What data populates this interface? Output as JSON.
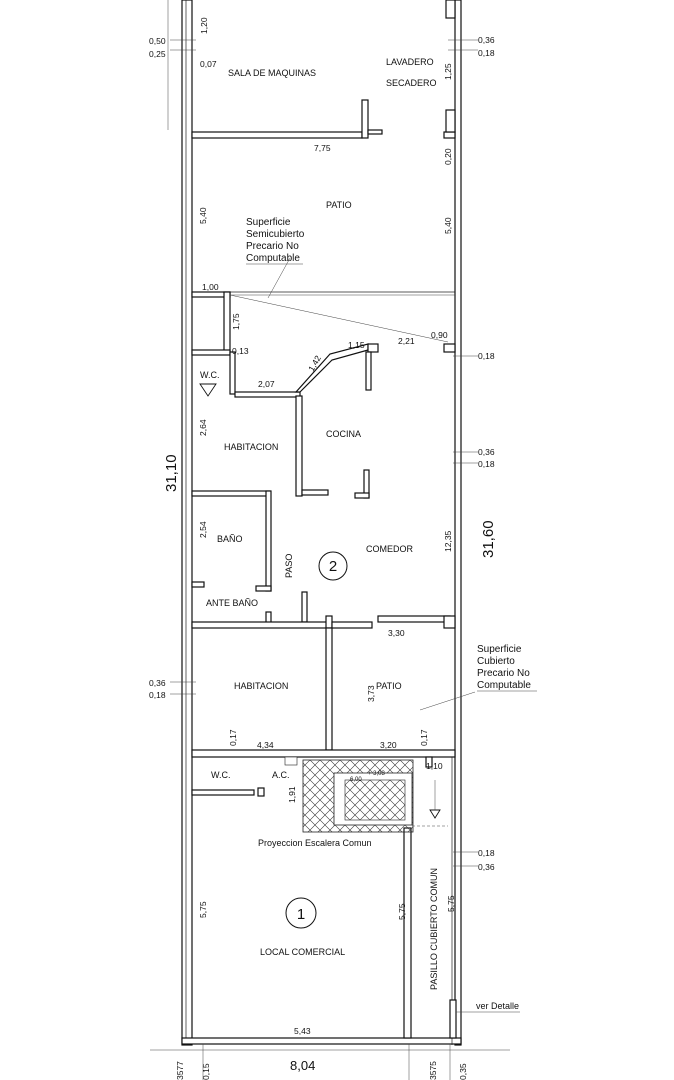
{
  "rooms": {
    "sala_maquinas": "SALA DE MAQUINAS",
    "lavadero": "LAVADERO",
    "secadero": "SECADERO",
    "patio_top": "PATIO",
    "wc_top": "W.C.",
    "habitacion_1": "HABITACION",
    "cocina": "COCINA",
    "bano": "BAÑO",
    "paso": "PASO",
    "comedor": "COMEDOR",
    "ante_bano": "ANTE BAÑO",
    "habitacion_2": "HABITACION",
    "patio_2": "PATIO",
    "wc_bottom": "W.C.",
    "ac": "A.C.",
    "local_comercial": "LOCAL COMERCIAL",
    "pasillo": "PASILLO CUBIERTO COMUN",
    "escalera_a": "6,00",
    "escalera_b": "+ 3,03"
  },
  "unit_numbers": {
    "unit_2": "2",
    "unit_1": "1"
  },
  "notes": {
    "semicubierto": [
      "Superficie",
      "Semicubierto",
      "Precario No",
      "Computable"
    ],
    "cubierto": [
      "Superficie",
      "Cubierto",
      "Precario No",
      "Computable"
    ],
    "proyeccion": "Proyeccion Escalera Comun",
    "detalle": "ver Detalle"
  },
  "dimensions": {
    "d_050": "0,50",
    "d_025": "0,25",
    "d_120": "1,20",
    "d_007": "0,07",
    "d_036_a": "0,36",
    "d_018_a": "0,18",
    "d_125": "1,25",
    "d_775": "7,75",
    "d_020": "0,20",
    "d_540_l": "5,40",
    "d_540_r": "5,40",
    "d_100": "1,00",
    "d_175": "1,75",
    "d_013": "0,13",
    "d_090": "0,90",
    "d_221": "2,21",
    "d_115": "1,15",
    "d_142": "1,42",
    "d_207": "2,07",
    "d_018_b": "0,18",
    "d_264": "2,64",
    "d_036_b": "0,36",
    "d_018_c": "0,18",
    "d_3110": "31,10",
    "d_3160": "31,60",
    "d_254": "2,54",
    "d_1235": "12,35",
    "d_330": "3,30",
    "d_036_c": "0,36",
    "d_018_d": "0,18",
    "d_373": "3,73",
    "d_017_a": "0,17",
    "d_434": "4,34",
    "d_320": "3,20",
    "d_017_b": "0,17",
    "d_110": "1,10",
    "d_191": "1,91",
    "d_018_e": "0,18",
    "d_036_d": "0,36",
    "d_575_a": "5,75",
    "d_575_b": "5,75",
    "d_575_c": "5,75",
    "d_543": "5,43",
    "d_804": "8,04",
    "b_3577": "3577",
    "b_015": "0,15",
    "b_3575": "3575",
    "b_035": "0,35"
  }
}
